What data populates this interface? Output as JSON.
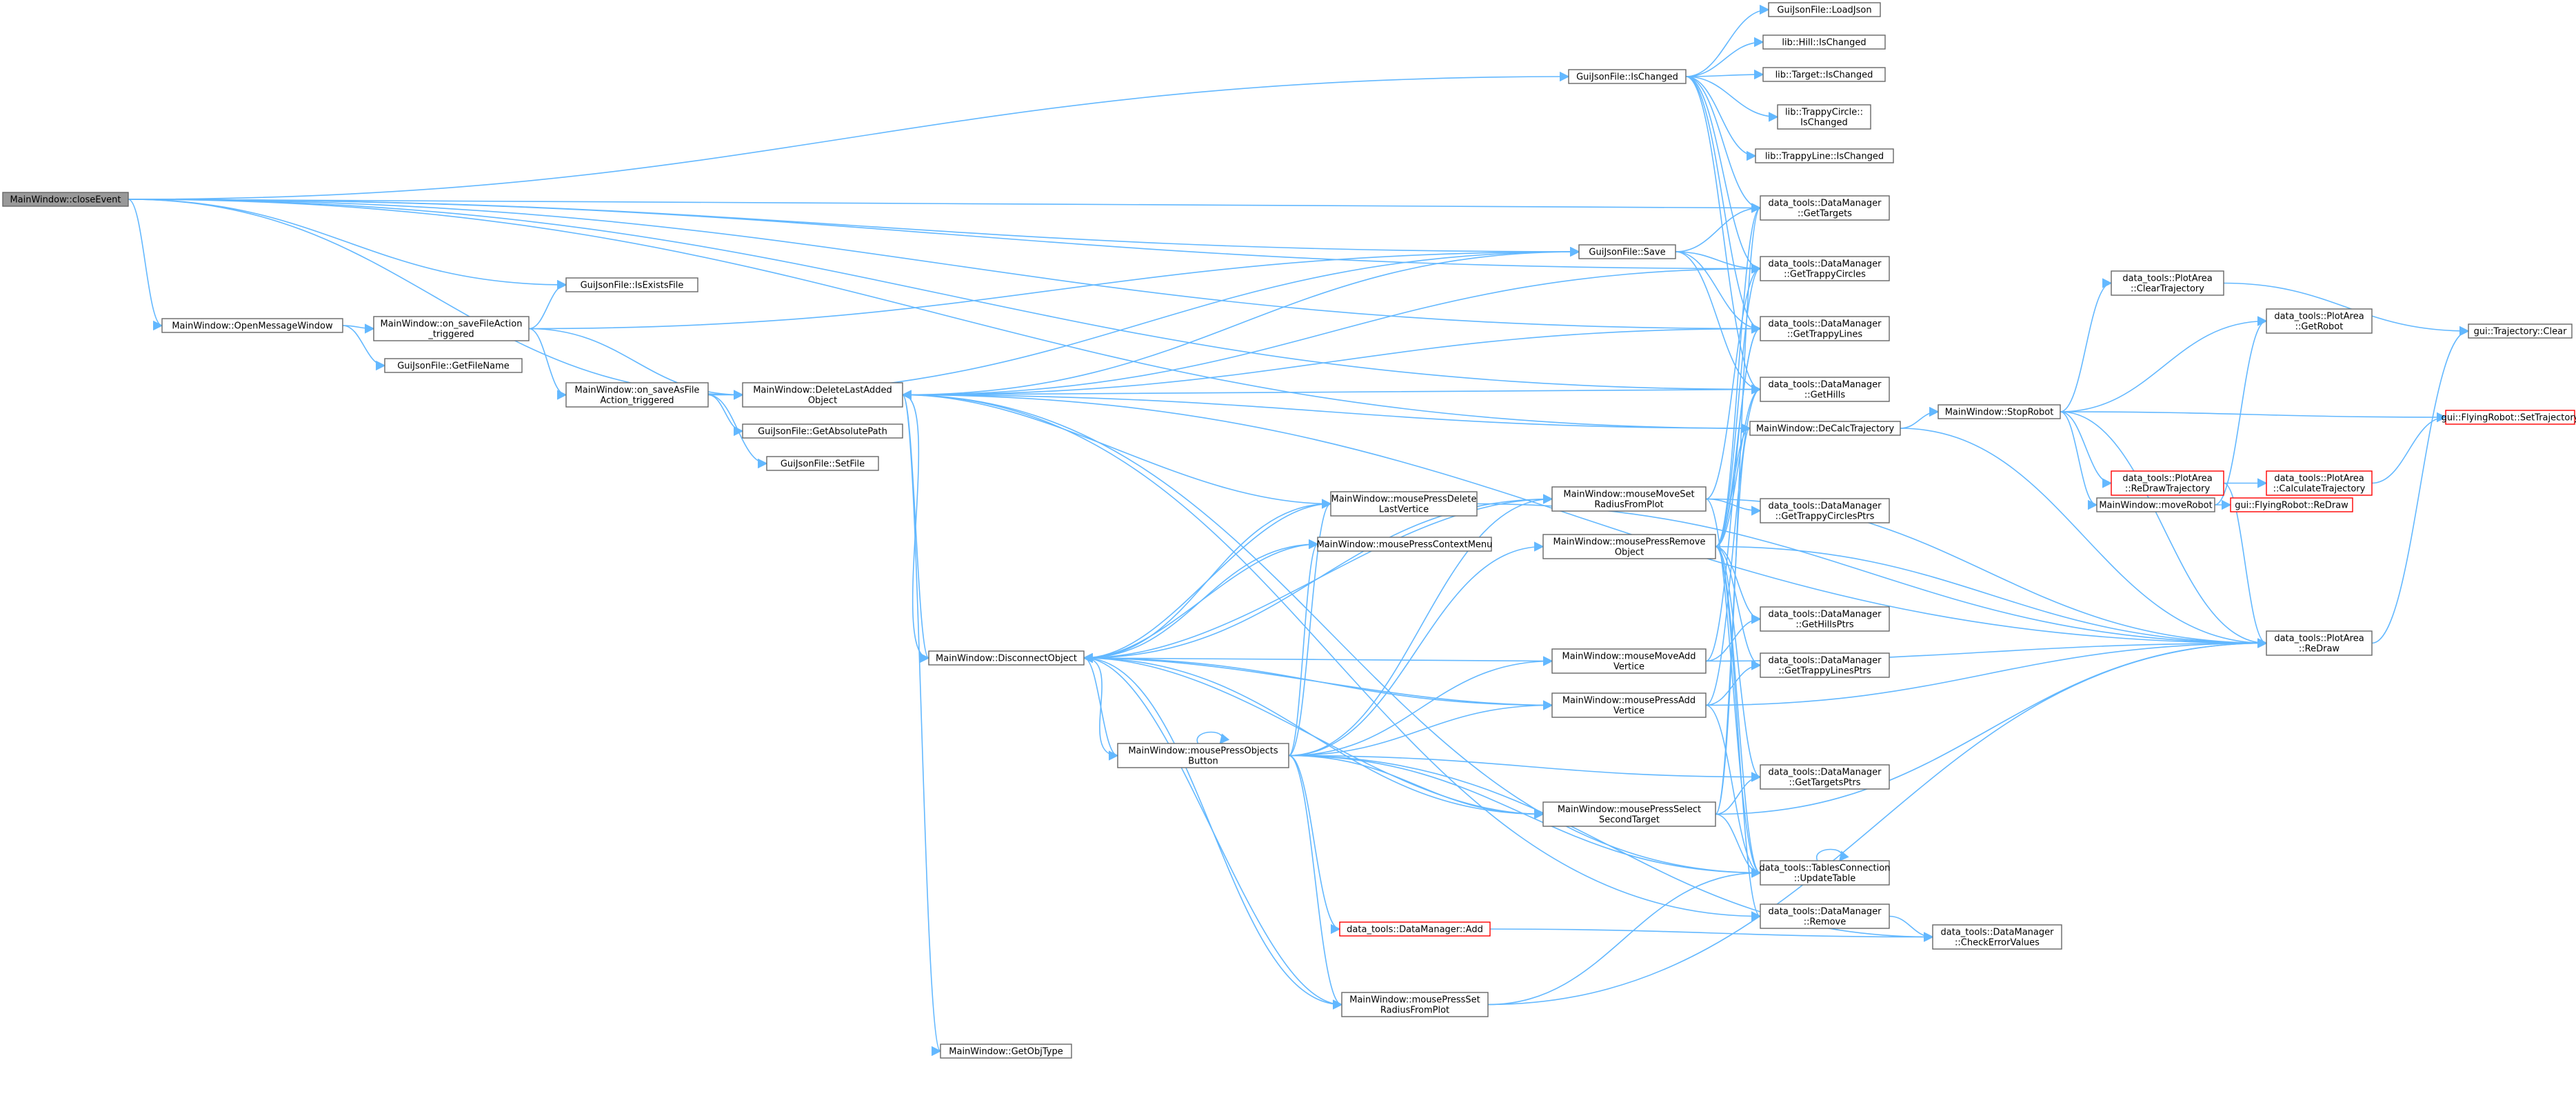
{
  "colors": {
    "edge": "#63b8ff",
    "node_border": "#666666",
    "node_fill": "#ffffff",
    "focus_fill": "#999999",
    "focus_border": "#666666",
    "truncated_border": "#ff0000"
  },
  "nodes": [
    {
      "id": "close",
      "lines": [
        "MainWindow::closeEvent"
      ],
      "focus": true
    },
    {
      "id": "openmsg",
      "lines": [
        "MainWindow::OpenMessageWindow"
      ]
    },
    {
      "id": "onsave",
      "lines": [
        "MainWindow::on_saveFileAction",
        "_triggered"
      ]
    },
    {
      "id": "existsfile",
      "lines": [
        "GuiJsonFile::IsExistsFile"
      ]
    },
    {
      "id": "getfilename",
      "lines": [
        "GuiJsonFile::GetFileName"
      ]
    },
    {
      "id": "onsaveas",
      "lines": [
        "MainWindow::on_saveAsFile",
        "Action_triggered"
      ]
    },
    {
      "id": "dellast",
      "lines": [
        "MainWindow::DeleteLastAdded",
        "Object"
      ]
    },
    {
      "id": "getabs",
      "lines": [
        "GuiJsonFile::GetAbsolutePath"
      ]
    },
    {
      "id": "setfile",
      "lines": [
        "GuiJsonFile::SetFile"
      ]
    },
    {
      "id": "ischanged",
      "lines": [
        "GuiJsonFile::IsChanged"
      ]
    },
    {
      "id": "save",
      "lines": [
        "GuiJsonFile::Save"
      ]
    },
    {
      "id": "loadjson",
      "lines": [
        "GuiJsonFile::LoadJson"
      ]
    },
    {
      "id": "hillchg",
      "lines": [
        "lib::Hill::IsChanged"
      ]
    },
    {
      "id": "targetchg",
      "lines": [
        "lib::Target::IsChanged"
      ]
    },
    {
      "id": "trapcirclechg",
      "lines": [
        "lib::TrappyCircle::",
        "IsChanged"
      ]
    },
    {
      "id": "traplinechg",
      "lines": [
        "lib::TrappyLine::IsChanged"
      ]
    },
    {
      "id": "gettargets",
      "lines": [
        "data_tools::DataManager",
        "::GetTargets"
      ]
    },
    {
      "id": "gettrapcircles",
      "lines": [
        "data_tools::DataManager",
        "::GetTrappyCircles"
      ]
    },
    {
      "id": "gettraplines",
      "lines": [
        "data_tools::DataManager",
        "::GetTrappyLines"
      ]
    },
    {
      "id": "gethills",
      "lines": [
        "data_tools::DataManager",
        "::GetHills"
      ]
    },
    {
      "id": "decalc",
      "lines": [
        "MainWindow::DeCalcTrajectory"
      ]
    },
    {
      "id": "gettrapcirclesptrs",
      "lines": [
        "data_tools::DataManager",
        "::GetTrappyCirclesPtrs"
      ]
    },
    {
      "id": "gethillsptrs",
      "lines": [
        "data_tools::DataManager",
        "::GetHillsPtrs"
      ]
    },
    {
      "id": "gettraplinesptrs",
      "lines": [
        "data_tools::DataManager",
        "::GetTrappyLinesPtrs"
      ]
    },
    {
      "id": "gettargetsptrs",
      "lines": [
        "data_tools::DataManager",
        "::GetTargetsPtrs"
      ]
    },
    {
      "id": "updatetable",
      "lines": [
        "data_tools::TablesConnection",
        "::UpdateTable"
      ]
    },
    {
      "id": "remove",
      "lines": [
        "data_tools::DataManager",
        "::Remove"
      ]
    },
    {
      "id": "checkerr",
      "lines": [
        "data_tools::DataManager",
        "::CheckErrorValues"
      ]
    },
    {
      "id": "stoprobot",
      "lines": [
        "MainWindow::StopRobot"
      ]
    },
    {
      "id": "cleartraj",
      "lines": [
        "data_tools::PlotArea",
        "::ClearTrajectory"
      ]
    },
    {
      "id": "moverobot",
      "lines": [
        "MainWindow::moveRobot"
      ]
    },
    {
      "id": "getrobot",
      "lines": [
        "data_tools::PlotArea",
        "::GetRobot"
      ]
    },
    {
      "id": "flyredraw",
      "lines": [
        "gui::FlyingRobot::ReDraw"
      ],
      "truncated": true
    },
    {
      "id": "redrawtraj",
      "lines": [
        "data_tools::PlotArea",
        "::ReDrawTrajectory"
      ],
      "truncated": true
    },
    {
      "id": "calctraj",
      "lines": [
        "data_tools::PlotArea",
        "::CalculateTrajectory"
      ],
      "truncated": true
    },
    {
      "id": "trajclear",
      "lines": [
        "gui::Trajectory::Clear"
      ]
    },
    {
      "id": "settraj",
      "lines": [
        "gui::FlyingRobot::SetTrajectory"
      ],
      "truncated": true
    },
    {
      "id": "redraw",
      "lines": [
        "data_tools::PlotArea",
        "::ReDraw"
      ]
    },
    {
      "id": "mpdellast",
      "lines": [
        "MainWindow::mousePressDelete",
        "LastVertice"
      ]
    },
    {
      "id": "mpcontext",
      "lines": [
        "MainWindow::mousePressContextMenu"
      ]
    },
    {
      "id": "disconnect",
      "lines": [
        "MainWindow::DisconnectObject"
      ]
    },
    {
      "id": "mpobjbtn",
      "lines": [
        "MainWindow::mousePressObjects",
        "Button"
      ]
    },
    {
      "id": "mmsetradius",
      "lines": [
        "MainWindow::mouseMoveSet",
        "RadiusFromPlot"
      ]
    },
    {
      "id": "mpremove",
      "lines": [
        "MainWindow::mousePressRemove",
        "Object"
      ]
    },
    {
      "id": "mmaddvert",
      "lines": [
        "MainWindow::mouseMoveAdd",
        "Vertice"
      ]
    },
    {
      "id": "mpaddvert",
      "lines": [
        "MainWindow::mousePressAdd",
        "Vertice"
      ]
    },
    {
      "id": "mpselsecond",
      "lines": [
        "MainWindow::mousePressSelect",
        "SecondTarget"
      ]
    },
    {
      "id": "dmadd",
      "lines": [
        "data_tools::DataManager::Add"
      ],
      "truncated": true
    },
    {
      "id": "mpsetradius",
      "lines": [
        "MainWindow::mousePressSet",
        "RadiusFromPlot"
      ]
    },
    {
      "id": "getobjtype",
      "lines": [
        "MainWindow::GetObjType"
      ]
    }
  ],
  "edges": [
    [
      "close",
      "ischanged"
    ],
    [
      "close",
      "openmsg"
    ],
    [
      "close",
      "existsfile"
    ],
    [
      "close",
      "save"
    ],
    [
      "close",
      "dellast"
    ],
    [
      "close",
      "gettargets"
    ],
    [
      "close",
      "gettrapcircles"
    ],
    [
      "close",
      "gettraplines"
    ],
    [
      "close",
      "gethills"
    ],
    [
      "close",
      "decalc"
    ],
    [
      "openmsg",
      "onsave"
    ],
    [
      "openmsg",
      "getfilename"
    ],
    [
      "onsave",
      "existsfile"
    ],
    [
      "onsave",
      "onsaveas"
    ],
    [
      "onsave",
      "save"
    ],
    [
      "onsave",
      "dellast"
    ],
    [
      "onsaveas",
      "dellast"
    ],
    [
      "onsaveas",
      "getabs"
    ],
    [
      "onsaveas",
      "setfile"
    ],
    [
      "onsaveas",
      "save"
    ],
    [
      "ischanged",
      "loadjson"
    ],
    [
      "ischanged",
      "hillchg"
    ],
    [
      "ischanged",
      "targetchg"
    ],
    [
      "ischanged",
      "trapcirclechg"
    ],
    [
      "ischanged",
      "traplinechg"
    ],
    [
      "ischanged",
      "gettargets"
    ],
    [
      "ischanged",
      "gettrapcircles"
    ],
    [
      "ischanged",
      "gettraplines"
    ],
    [
      "ischanged",
      "gethills"
    ],
    [
      "save",
      "gettargets"
    ],
    [
      "save",
      "gettrapcircles"
    ],
    [
      "save",
      "gettraplines"
    ],
    [
      "save",
      "gethills"
    ],
    [
      "dellast",
      "save"
    ],
    [
      "dellast",
      "gettrapcircles"
    ],
    [
      "dellast",
      "gettraplines"
    ],
    [
      "dellast",
      "gethills"
    ],
    [
      "dellast",
      "decalc"
    ],
    [
      "dellast",
      "disconnect"
    ],
    [
      "dellast",
      "getobjtype"
    ],
    [
      "dellast",
      "redraw"
    ],
    [
      "dellast",
      "updatetable"
    ],
    [
      "dellast",
      "remove"
    ],
    [
      "decalc",
      "stoprobot"
    ],
    [
      "decalc",
      "redraw"
    ],
    [
      "stoprobot",
      "cleartraj"
    ],
    [
      "stoprobot",
      "moverobot"
    ],
    [
      "stoprobot",
      "getrobot"
    ],
    [
      "stoprobot",
      "redrawtraj"
    ],
    [
      "stoprobot",
      "settraj"
    ],
    [
      "stoprobot",
      "redraw"
    ],
    [
      "moverobot",
      "getrobot"
    ],
    [
      "moverobot",
      "flyredraw"
    ],
    [
      "cleartraj",
      "trajclear"
    ],
    [
      "redrawtraj",
      "calctraj"
    ],
    [
      "redrawtraj",
      "redraw"
    ],
    [
      "calctraj",
      "settraj"
    ],
    [
      "redraw",
      "trajclear"
    ],
    [
      "mpdellast",
      "dellast"
    ],
    [
      "mpdellast",
      "disconnect"
    ],
    [
      "mpdellast",
      "redraw"
    ],
    [
      "mpcontext",
      "disconnect"
    ],
    [
      "disconnect",
      "dellast"
    ],
    [
      "disconnect",
      "mpdellast"
    ],
    [
      "disconnect",
      "mpcontext"
    ],
    [
      "disconnect",
      "mmsetradius"
    ],
    [
      "disconnect",
      "mmaddvert"
    ],
    [
      "disconnect",
      "mpobjbtn"
    ],
    [
      "disconnect",
      "mpaddvert"
    ],
    [
      "disconnect",
      "mpselsecond"
    ],
    [
      "disconnect",
      "mpsetradius"
    ],
    [
      "mpobjbtn",
      "disconnect"
    ],
    [
      "mpobjbtn",
      "mpdellast"
    ],
    [
      "mpobjbtn",
      "mpcontext"
    ],
    [
      "mpobjbtn",
      "mmsetradius"
    ],
    [
      "mpobjbtn",
      "mpremove"
    ],
    [
      "mpobjbtn",
      "mmaddvert"
    ],
    [
      "mpobjbtn",
      "mpaddvert"
    ],
    [
      "mpobjbtn",
      "mpselsecond"
    ],
    [
      "mpobjbtn",
      "dmadd"
    ],
    [
      "mpobjbtn",
      "mpsetradius"
    ],
    [
      "mpobjbtn",
      "gettargetsptrs"
    ],
    [
      "mpobjbtn",
      "checkerr"
    ],
    [
      "mpobjbtn",
      "updatetable"
    ],
    [
      "mmsetradius",
      "gettrapcircles"
    ],
    [
      "mmsetradius",
      "gettrapcirclesptrs"
    ],
    [
      "mmsetradius",
      "redraw"
    ],
    [
      "mmsetradius",
      "updatetable"
    ],
    [
      "mmsetradius",
      "disconnect"
    ],
    [
      "mpremove",
      "gettargets"
    ],
    [
      "mpremove",
      "gettrapcircles"
    ],
    [
      "mpremove",
      "gettraplines"
    ],
    [
      "mpremove",
      "gethills"
    ],
    [
      "mpremove",
      "decalc"
    ],
    [
      "mpremove",
      "gethillsptrs"
    ],
    [
      "mpremove",
      "gettraplinesptrs"
    ],
    [
      "mpremove",
      "gettargetsptrs"
    ],
    [
      "mpremove",
      "updatetable"
    ],
    [
      "mpremove",
      "remove"
    ],
    [
      "mpremove",
      "redraw"
    ],
    [
      "mmaddvert",
      "gettraplines"
    ],
    [
      "mmaddvert",
      "gethillsptrs"
    ],
    [
      "mmaddvert",
      "redraw"
    ],
    [
      "mpaddvert",
      "disconnect"
    ],
    [
      "mpaddvert",
      "gethills"
    ],
    [
      "mpaddvert",
      "gettraplinesptrs"
    ],
    [
      "mpaddvert",
      "updatetable"
    ],
    [
      "mpaddvert",
      "redraw"
    ],
    [
      "mpselsecond",
      "disconnect"
    ],
    [
      "mpselsecond",
      "gettargets"
    ],
    [
      "mpselsecond",
      "gettargetsptrs"
    ],
    [
      "mpselsecond",
      "decalc"
    ],
    [
      "mpselsecond",
      "updatetable"
    ],
    [
      "mpselsecond",
      "redraw"
    ],
    [
      "dmadd",
      "checkerr"
    ],
    [
      "mpsetradius",
      "disconnect"
    ],
    [
      "mpsetradius",
      "updatetable"
    ],
    [
      "mpsetradius",
      "redraw"
    ],
    [
      "updatetable",
      "updatetable"
    ],
    [
      "remove",
      "checkerr"
    ],
    [
      "mpobjbtn",
      "mpobjbtn"
    ]
  ]
}
